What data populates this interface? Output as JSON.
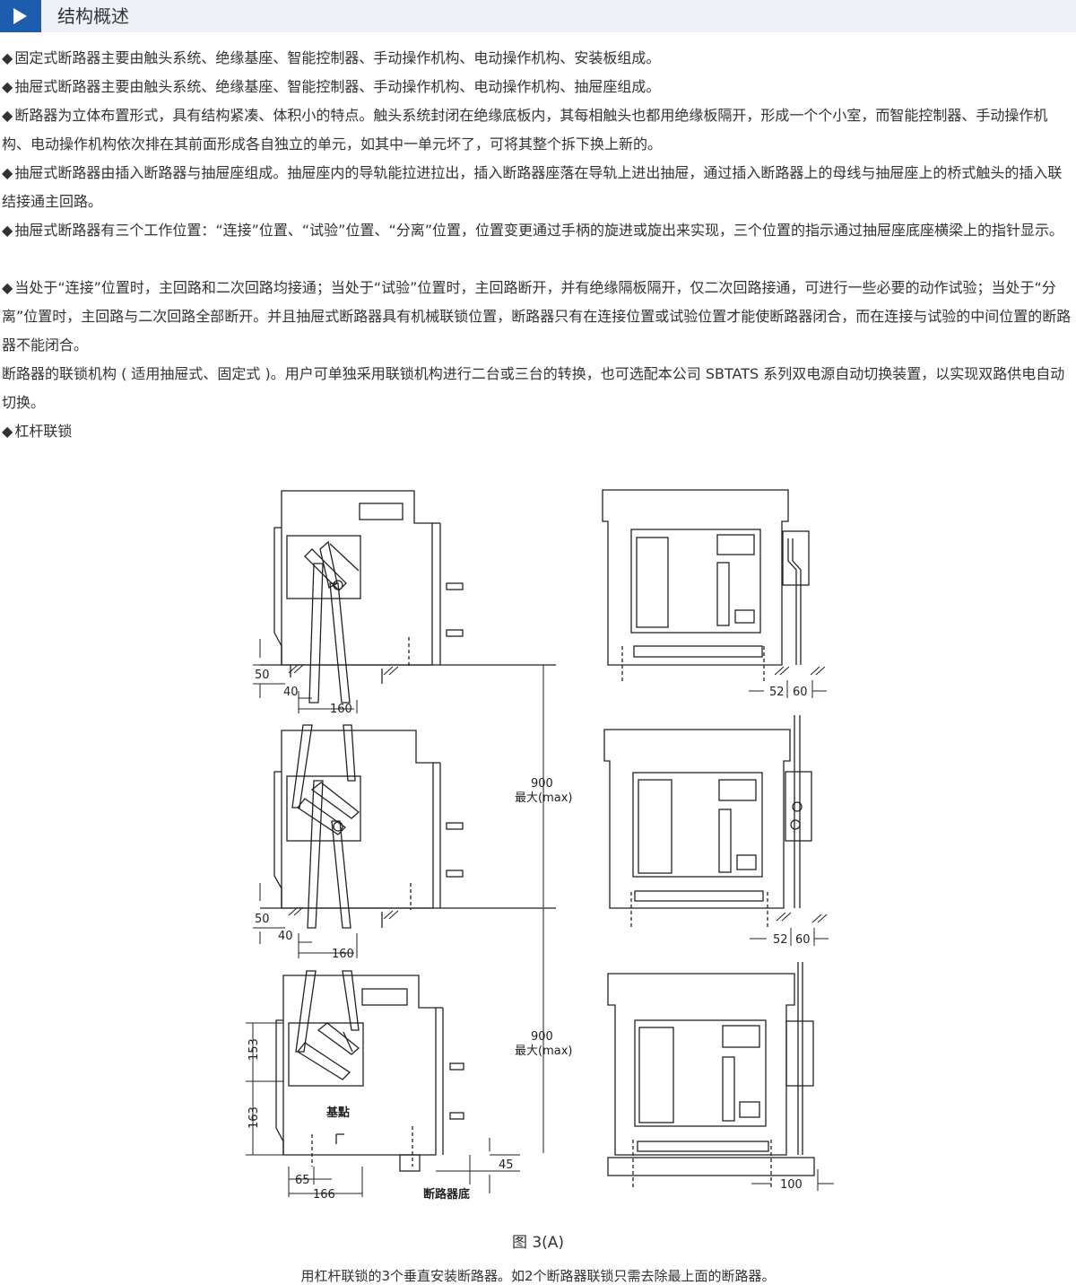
{
  "section": {
    "title": "结构概述",
    "bullet": "◆"
  },
  "paragraphs": [
    {
      "bullet": true,
      "text": "固定式断路器主要由触头系统、绝缘基座、智能控制器、手动操作机构、电动操作机构、安装板组成。"
    },
    {
      "bullet": true,
      "text": "抽屉式断路器主要由触头系统、绝缘基座、智能控制器、手动操作机构、电动操作机构、抽屉座组成。"
    },
    {
      "bullet": true,
      "text": "断路器为立体布置形式，具有结构紧凑、体积小的特点。触头系统封闭在绝缘底板内，其每相触头也都用绝缘板隔开，形成一个个小室，而智能控制器、手动操作机构、电动操作机构依次排在其前面形成各自独立的单元，如其中一单元坏了，可将其整个拆下换上新的。"
    },
    {
      "bullet": true,
      "text": "抽屉式断路器由插入断路器与抽屉座组成。抽屉座内的导轨能拉进拉出，插入断路器座落在导轨上进出抽屉，通过插入断路器上的母线与抽屉座上的桥式触头的插入联结接通主回路。"
    },
    {
      "bullet": true,
      "text": "抽屉式断路器有三个工作位置：“连接”位置、“试验”位置、“分离”位置，位置变更通过手柄的旋进或旋出来实现，三个位置的指示通过抽屉座底座横梁上的指针显示。"
    },
    {
      "bullet": true,
      "text": "当处于“连接”位置时，主回路和二次回路均接通；当处于“试验”位置时，主回路断开，并有绝缘隔板隔开，仅二次回路接通，可进行一些必要的动作试验；当处于“分离”位置时，主回路与二次回路全部断开。并且抽屉式断路器具有机械联锁位置，断路器只有在连接位置或试验位置才能使断路器闭合，而在连接与试验的中间位置的断路器不能闭合。"
    },
    {
      "bullet": false,
      "text": "断路器的联锁机构 ( 适用抽屉式、固定式 )。用户可单独采用联锁机构进行二台或三台的转换，也可选配本公司 SBTATS 系列双电源自动切换装置，以实现双路供电自动切换。"
    },
    {
      "bullet": true,
      "text": "杠杆联锁"
    }
  ],
  "figure": {
    "caption": "图 3(A)",
    "note": "用杠杆联锁的3个垂直安装断路器。如2个断路器联锁只需去除最上面的断路器。",
    "dims": {
      "d50": "50",
      "d40": "40",
      "d160": "160",
      "d52": "52",
      "d60": "60",
      "d900": "900",
      "dmax": "最大(max)",
      "d153": "153",
      "d163": "163",
      "d65": "65",
      "d166": "166",
      "d45": "45",
      "d100": "100"
    },
    "labels": {
      "datum": "基點",
      "breaker_bottom": "断路器底"
    }
  }
}
